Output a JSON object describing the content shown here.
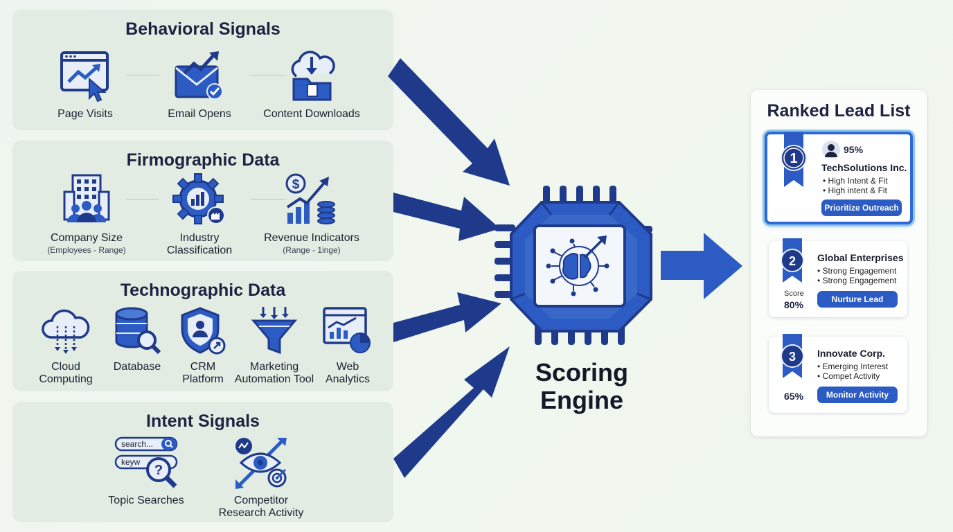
{
  "panels": {
    "behavioral": {
      "title": "Behavioral Signals",
      "items": [
        {
          "label": "Page Visits",
          "icon": "browser-trend-icon"
        },
        {
          "label": "Email Opens",
          "icon": "email-trend-icon"
        },
        {
          "label": "Content Downloads",
          "icon": "cloud-download-folder-icon"
        }
      ]
    },
    "firmographic": {
      "title": "Firmographic Data",
      "items": [
        {
          "label": "Company Size",
          "sub": "(Employees - Range)",
          "icon": "building-people-icon"
        },
        {
          "label": "Industry",
          "label2": "Classification",
          "icon": "gear-chart-icon"
        },
        {
          "label": "Revenue Indicators",
          "sub": "(Range - 1inge)",
          "icon": "dollar-growth-icon"
        }
      ]
    },
    "technographic": {
      "title": "Technographic Data",
      "items": [
        {
          "label": "Cloud",
          "label2": "Computing",
          "icon": "cloud-icon"
        },
        {
          "label": "Database",
          "icon": "database-search-icon"
        },
        {
          "label": "CRM",
          "label2": "Platform",
          "icon": "crm-shield-icon"
        },
        {
          "label": "Marketing",
          "label2": "Automation Tool",
          "icon": "funnel-icon"
        },
        {
          "label": "Web",
          "label2": "Analytics",
          "icon": "analytics-icon"
        }
      ]
    },
    "intent": {
      "title": "Intent Signals",
      "search_placeholder": "search...",
      "keyword_text": "keyw",
      "items": [
        {
          "label": "Topic Searches",
          "icon": "search-magnifier-icon"
        },
        {
          "label": "Competitor",
          "label2": "Research Activity",
          "icon": "eye-target-icon"
        }
      ]
    }
  },
  "engine": {
    "line1": "Scoring",
    "line2": "Engine",
    "icon": "brain-chip-icon"
  },
  "ranked": {
    "title": "Ranked Lead List",
    "leads": [
      {
        "rank": "1",
        "score": "95%",
        "name": "TechSolutions Inc.",
        "bullets": [
          "High Intent & Fit",
          "High intent & Fit"
        ],
        "action": "Prioritize Outreach"
      },
      {
        "rank": "2",
        "score_label": "Score",
        "score": "80%",
        "name": "Global Enterprises",
        "bullets": [
          "Strong Engagement",
          "Strong Engagement"
        ],
        "action": "Nurture Lead"
      },
      {
        "rank": "3",
        "score": "65%",
        "name": "Innovate Corp.",
        "bullets": [
          "Emerging Interest",
          "Compet Activity"
        ],
        "action": "Monitor Activity"
      }
    ]
  },
  "colors": {
    "navy": "#1f3a8a",
    "blue": "#2c5cc3",
    "panel": "#e2ece3",
    "highlight": "#8fc7ee"
  }
}
